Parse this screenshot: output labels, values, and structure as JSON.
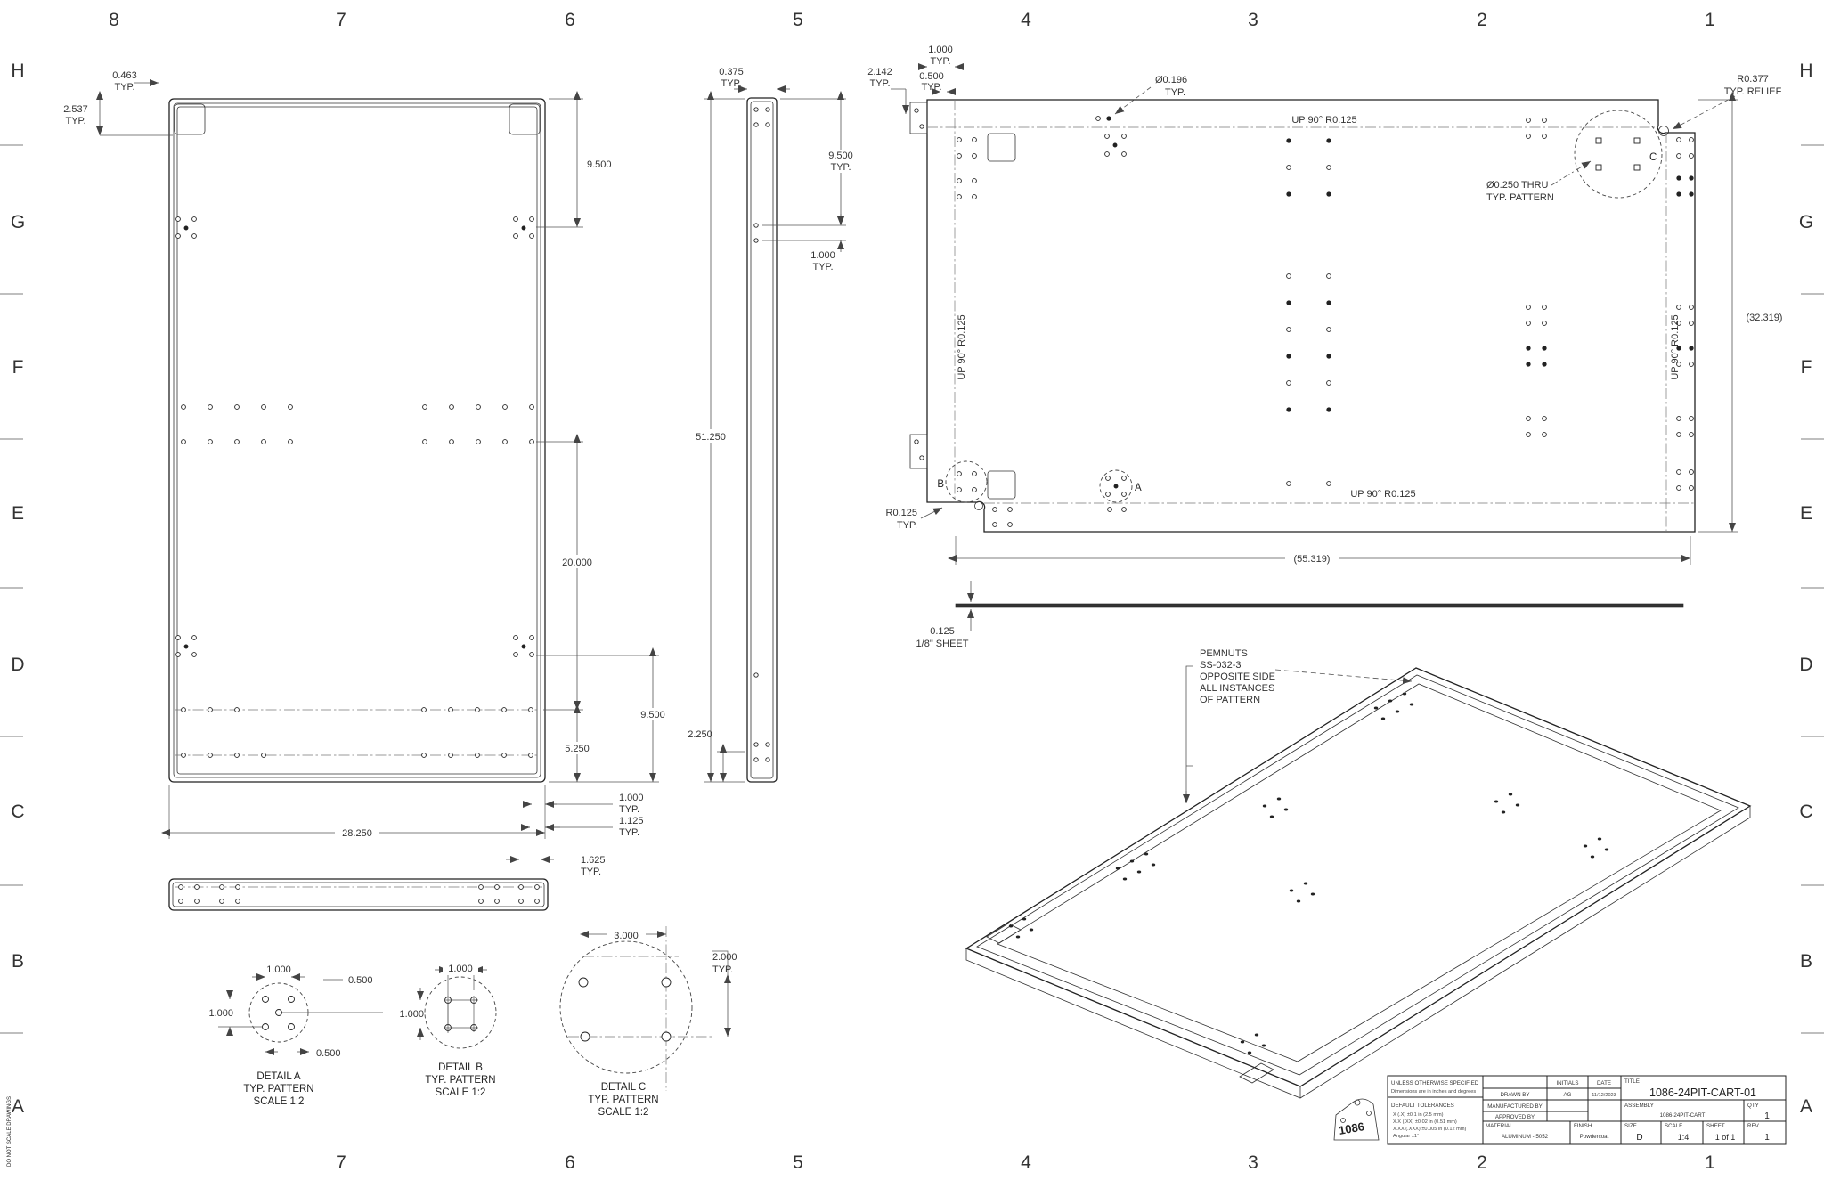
{
  "sheet": {
    "cols_top": [
      "8",
      "7",
      "6",
      "5",
      "4",
      "3",
      "2",
      "1"
    ],
    "cols_bottom": [
      "7",
      "6",
      "5",
      "4",
      "3",
      "2",
      "1"
    ],
    "rows": [
      "H",
      "G",
      "F",
      "E",
      "D",
      "C",
      "B",
      "A"
    ],
    "corner_note": "DO NOT SCALE DRAWINGS"
  },
  "front": {
    "dim1a": "0.463",
    "dim1b": "TYP.",
    "dim2a": "2.537",
    "dim2b": "TYP.",
    "dim3": "9.500",
    "dim4": "20.000",
    "dim5": "9.500",
    "dim6": "5.250",
    "dim7": "28.250",
    "dim8a": "1.000",
    "dim8b": "TYP.",
    "dim9a": "1.125",
    "dim9b": "TYP.",
    "dim10a": "1.625",
    "dim10b": "TYP."
  },
  "side": {
    "dim1a": "0.375",
    "dim1b": "TYP.",
    "dim2a": "9.500",
    "dim2b": "TYP.",
    "dim3a": "1.000",
    "dim3b": "TYP.",
    "dim4": "51.250",
    "dim5": "2.250"
  },
  "flat": {
    "dim_2142a": "2.142",
    "dim_2142b": "TYP.",
    "dim_1000a": "1.000",
    "dim_1000b": "TYP.",
    "dim_0500a": "0.500",
    "dim_0500b": "TYP.",
    "hole_note_a": "Ø0.196",
    "hole_note_b": "TYP.",
    "bend_top": "UP 90° R0.125",
    "bend_left": "UP 90° R0.125",
    "bend_right": "UP 90° R0.125",
    "bend_bottom": "UP 90° R0.125",
    "relief_a": "R0.377",
    "relief_b": "TYP. RELIEF",
    "thru_a": "Ø0.250 THRU",
    "thru_b": "TYP. PATTERN",
    "radius_a": "R0.125",
    "radius_b": "TYP.",
    "ref_width": "(55.319)",
    "ref_height": "(32.319)",
    "label_a": "A",
    "label_b": "B",
    "label_c": "C",
    "sheet_dim": "0.125",
    "sheet_note": "1/8\" SHEET"
  },
  "iso": {
    "note": [
      "PEMNUTS",
      "SS-032-3",
      "OPPOSITE SIDE",
      "ALL INSTANCES",
      "OF PATTERN"
    ]
  },
  "details": {
    "a": {
      "title": "DETAIL A",
      "sub": "TYP. PATTERN",
      "scale": "SCALE 1:2",
      "dim_h": "1.000",
      "dim_v": "1.000",
      "dim_off1": "0.500",
      "dim_off2": "0.500"
    },
    "b": {
      "title": "DETAIL B",
      "sub": "TYP. PATTERN",
      "scale": "SCALE 1:2",
      "dim_h": "1.000",
      "dim_v": "1.000"
    },
    "c": {
      "title": "DETAIL C",
      "sub": "TYP. PATTERN",
      "scale": "SCALE 1:2",
      "dim_h": "3.000",
      "dim_va": "2.000",
      "dim_vb": "TYP."
    }
  },
  "title_block": {
    "disclaimer1": "UNLESS OTHERWISE SPECIFIED",
    "disclaimer2": "Dimensions are in inches and degrees",
    "tol_header": "DEFAULT TOLERANCES",
    "tol_lines": [
      "X  (.X)        ±0.1 in      (2.5 mm)",
      "X.X  (.XX)      ±0.02 in    (0.51 mm)",
      "X.XX  (.XXX)   ±0.005 in  (0.12 mm)",
      "Angular         ±1°"
    ],
    "initials_header": "INITIALS",
    "date_header": "DATE",
    "drawn_by_label": "DRAWN BY",
    "drawn_by_initials": "AG",
    "drawn_by_date": "11/12/2023",
    "manufactured_by_label": "MANUFACTURED BY",
    "approved_by_label": "APPROVED BY",
    "material_label": "MATERIAL",
    "material_value": "ALUMINUM - 5052",
    "finish_label": "FINISH",
    "finish_value": "Powdercoat",
    "title_label": "TITLE",
    "title_value": "1086-24PIT-CART-01",
    "assembly_label": "ASSEMBLY",
    "assembly_value": "1086-24PIT-CART",
    "qty_label": "QTY",
    "qty_value": "1",
    "size_label": "SIZE",
    "size_value": "D",
    "scale_label": "SCALE",
    "scale_value": "1:4",
    "sheet_label": "SHEET",
    "sheet_value": "1 of 1",
    "rev_label": "REV",
    "rev_value": "1",
    "logo_text": "1086"
  }
}
